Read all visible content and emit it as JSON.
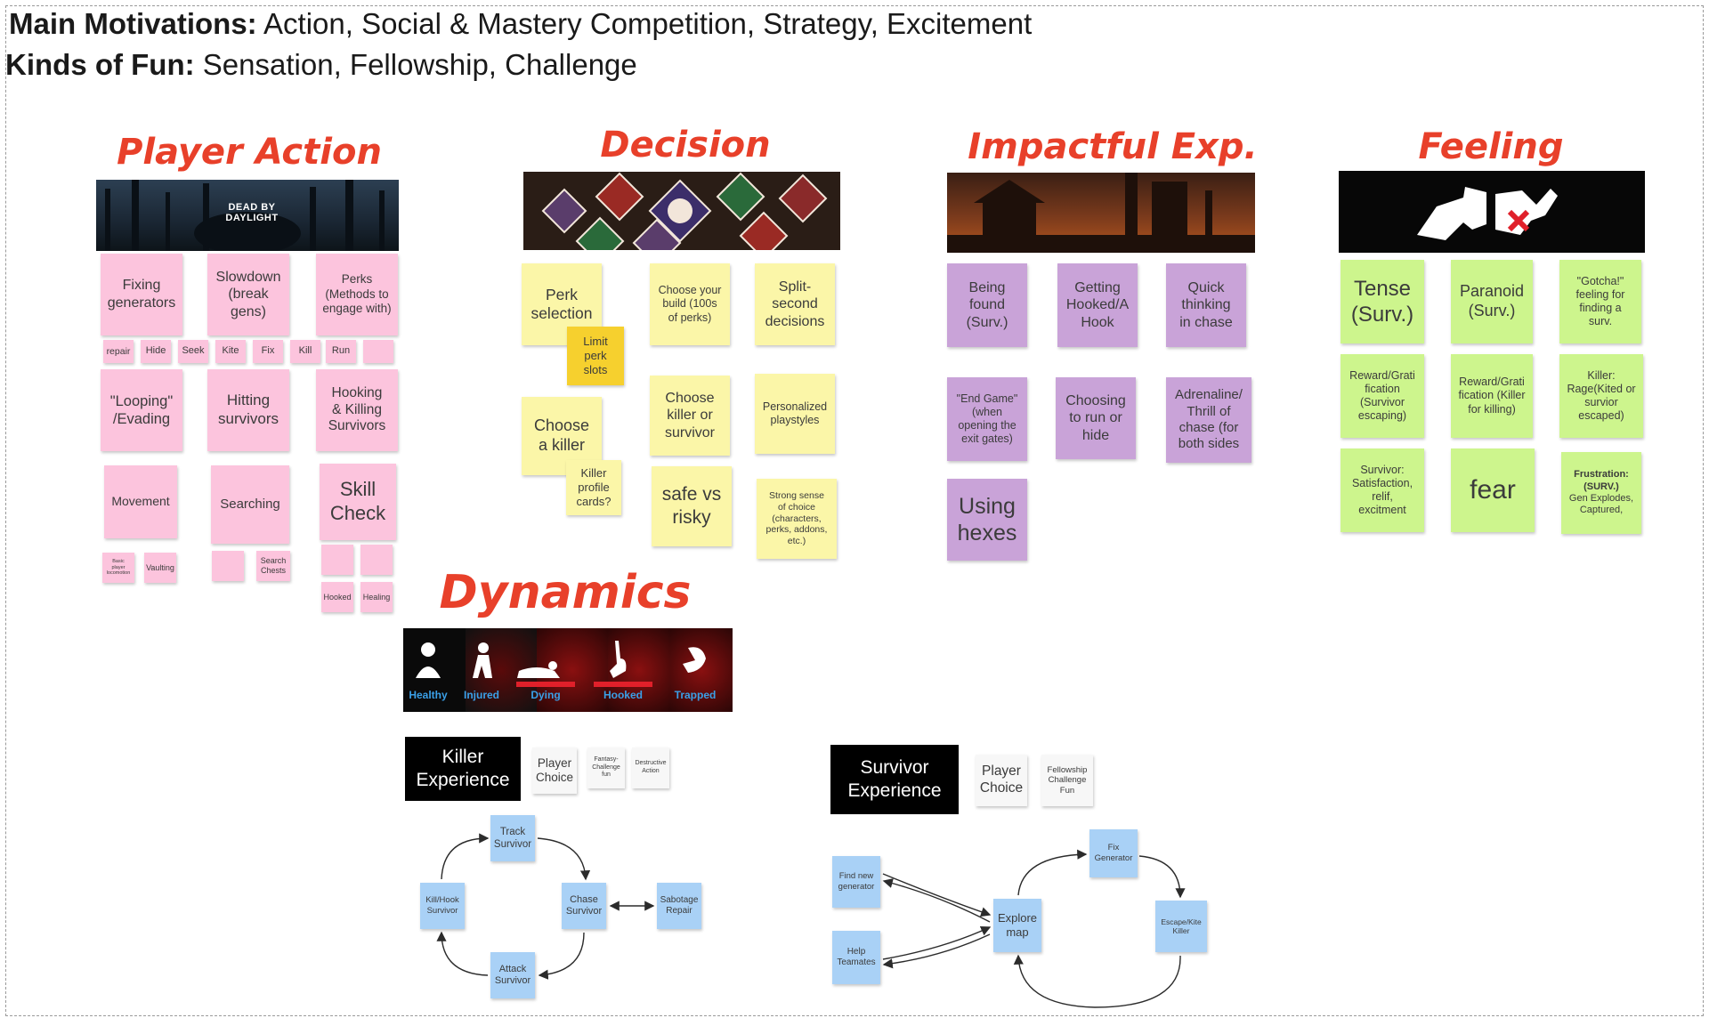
{
  "header": {
    "motivations_label": "Main Motivations:",
    "motivations_value": " Action, Social & Mastery Competition, Strategy, Excitement",
    "fun_label": "Kinds of Fun:",
    "fun_value": " Sensation, Fellowship, Challenge"
  },
  "sections": {
    "player_action": "Player Action",
    "decision": "Decision",
    "impactful": "Impactful Exp.",
    "feeling": "Feeling",
    "dynamics": "Dynamics"
  },
  "banner": {
    "logo_line1": "DEAD BY",
    "logo_line2": "DAYLIGHT"
  },
  "player_action": {
    "fixing": "Fixing\ngenerators",
    "slowdown": "Slowdown\n(break\ngens)",
    "perks": "Perks\n(Methods to\nengage with)",
    "looping": "\"Looping\"\n/Evading",
    "hitting": "Hitting\nsurvivors",
    "hooking": "Hooking\n& Killing\nSurvivors",
    "movement": "Movement",
    "searching": "Searching",
    "skill": "Skill\nCheck",
    "small": [
      "repair",
      "Hide",
      "Seek",
      "Kite",
      "Fix",
      "Kill",
      "Run"
    ],
    "basic": "Basic\nplayer\nlocomotion",
    "vaulting": "Vaulting",
    "search_chests": "Search\nChests",
    "hooked": "Hooked",
    "healing": "Healing"
  },
  "decision": {
    "perk_selection": "Perk\nselection",
    "limit": "Limit\nperk\nslots",
    "choose_build": "Choose your\nbuild (100s\nof perks)",
    "split": "Split-\nsecond\ndecisions",
    "choose_a_killer": "Choose\na killer",
    "killer_profile": "Killer\nprofile\ncards?",
    "choose_killer_surv": "Choose\nkiller or\nsurvivor",
    "personalized": "Personalized\nplaystyles",
    "safe_risky": "safe vs\nrisky",
    "strong_sense": "Strong sense\nof choice\n(characters,\nperks, addons,\netc.)"
  },
  "impactful": {
    "being_found": "Being\nfound\n(Surv.)",
    "getting_hooked": "Getting\nHooked/A\nHook",
    "quick_thinking": "Quick\nthinking\nin chase",
    "end_game": "\"End Game\"\n(when\nopening the\nexit gates)",
    "choosing": "Choosing\nto run or\nhide",
    "adrenaline": "Adrenaline/\nThrill of\nchase (for\nboth sides",
    "using_hexes": "Using\nhexes"
  },
  "feeling": {
    "tense": "Tense\n(Surv.)",
    "paranoid": "Paranoid\n(Surv.)",
    "gotcha": "\"Gotcha!\"\nfeeling for\nfinding a\nsurv.",
    "reward_escape": "Reward/Grati\nfication\n(Survivor\nescaping)",
    "reward_kill": "Reward/Grati\nfication (Killer\nfor killing)",
    "killer_rage": "Killer:\nRage(Kited or\nsurvior\nescaped)",
    "survivor_sat": "Survivor:\nSatisfaction,\nrelif,\nexcitment",
    "fear": "fear",
    "frustration_label": "Frustration:\n(SURV.)",
    "frustration_text": "Gen Explodes,\nCaptured,"
  },
  "status": {
    "healthy": "Healthy",
    "injured": "Injured",
    "dying": "Dying",
    "hooked": "Hooked",
    "trapped": "Trapped"
  },
  "killer_exp": {
    "title": "Killer\nExperience",
    "player_choice": "Player\nChoice",
    "fantasy": "Fantasy-\nChallenge\nfun",
    "destructive": "Destructive\nAction",
    "track": "Track\nSurvivor",
    "kill_hook": "Kill/Hook\nSurvivor",
    "chase": "Chase\nSurvivor",
    "sabotage": "Sabotage\nRepair",
    "attack": "Attack\nSurvivor"
  },
  "survivor_exp": {
    "title": "Survivor\nExperience",
    "player_choice": "Player\nChoice",
    "fellowship": "Fellowship\nChallenge\nFun",
    "find_gen": "Find new\ngenerator",
    "fix_gen": "Fix\nGenerator",
    "explore": "Explore\nmap",
    "escape": "Escape/Kite\nKiller",
    "help": "Help\nTeamates"
  },
  "colors": {
    "section_title": "#e8402a",
    "pink_note": "#fcc4dd",
    "yellow_note": "#fbf6a8",
    "purple_note": "#c9a3d8",
    "green_note": "#cdf58d",
    "blue_note": "#a9d1f6",
    "status_label": "#3aa0e8"
  }
}
